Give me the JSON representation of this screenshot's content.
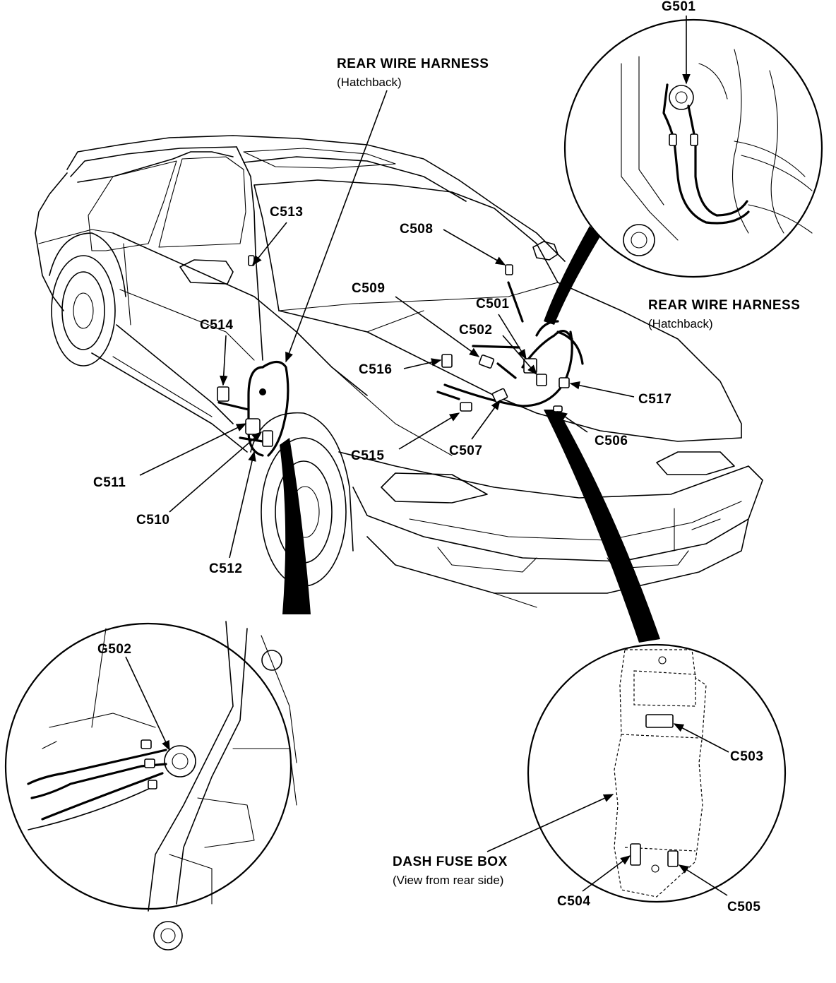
{
  "labels": {
    "g501": "G501",
    "g502": "G502",
    "rear_harness_top": "REAR WIRE HARNESS",
    "rear_harness_top_sub": "(Hatchback)",
    "rear_harness_right": "REAR WIRE HARNESS",
    "rear_harness_right_sub": "(Hatchback)",
    "c501": "C501",
    "c502": "C502",
    "c503": "C503",
    "c504": "C504",
    "c505": "C505",
    "c506": "C506",
    "c507": "C507",
    "c508": "C508",
    "c509": "C509",
    "c510": "C510",
    "c511": "C511",
    "c512": "C512",
    "c513": "C513",
    "c514": "C514",
    "c515": "C515",
    "c516": "C516",
    "c517": "C517",
    "dash_fuse_box": "DASH FUSE BOX",
    "dash_fuse_box_sub": "(View from rear side)"
  }
}
